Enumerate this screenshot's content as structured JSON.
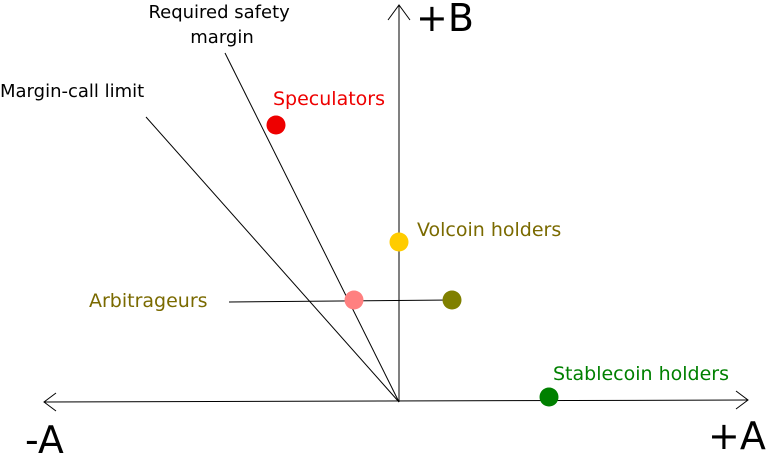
{
  "axes": {
    "horizontal_positive": "+A",
    "horizontal_negative": "-A",
    "vertical_positive": "+B"
  },
  "lines": {
    "required_safety_margin": [
      "Required safety",
      "margin"
    ],
    "margin_call_limit": "Margin-call limit"
  },
  "groups": {
    "speculators": {
      "label": "Speculators",
      "color": "#ee0000"
    },
    "volcoin_holders": {
      "label": "Volcoin holders",
      "color": "#7a6a00",
      "dot_color": "#ffcc00"
    },
    "arbitrageurs": {
      "label": "Arbitrageurs",
      "color": "#7a6a00",
      "dot_left_color": "#ff8080",
      "dot_right_color": "#808000"
    },
    "stablecoin_holders": {
      "label": "Stablecoin holders",
      "color": "#008000"
    }
  }
}
